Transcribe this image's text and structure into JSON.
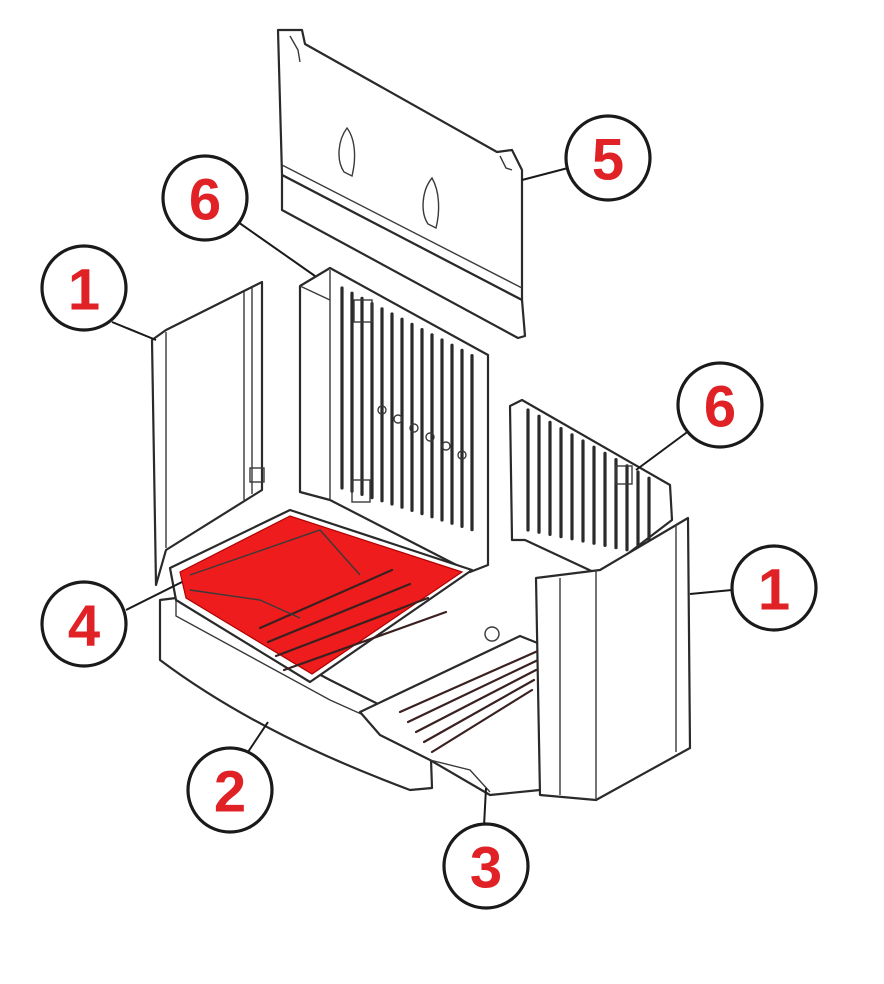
{
  "diagram": {
    "highlight_color": "#ee1c1c",
    "callout_text_color": "#e02227",
    "callouts": [
      {
        "id": "c1a",
        "label": "1"
      },
      {
        "id": "c6a",
        "label": "6"
      },
      {
        "id": "c5",
        "label": "5"
      },
      {
        "id": "c6b",
        "label": "6"
      },
      {
        "id": "c1b",
        "label": "1"
      },
      {
        "id": "c4",
        "label": "4"
      },
      {
        "id": "c2",
        "label": "2"
      },
      {
        "id": "c3",
        "label": "3"
      }
    ],
    "highlighted_part": "4"
  }
}
